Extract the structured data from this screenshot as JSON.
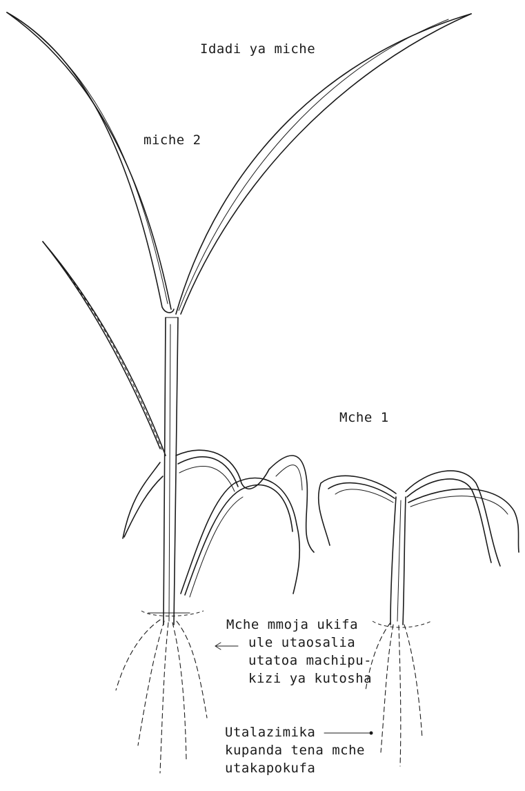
{
  "labels": {
    "title": "Idadi ya miche",
    "miche_two": "miche 2",
    "mche_one": "Mche 1",
    "note_one": [
      "Mche mmoja ukifa",
      "ule utaosalia",
      "utatoa machipu-",
      "kizi ya kutosha"
    ],
    "note_two": [
      "Utalazimika",
      "kupanda tena mche",
      "utakapokufa"
    ]
  },
  "colors": {
    "ink": "#1a1a1a",
    "paper": "#ffffff"
  }
}
